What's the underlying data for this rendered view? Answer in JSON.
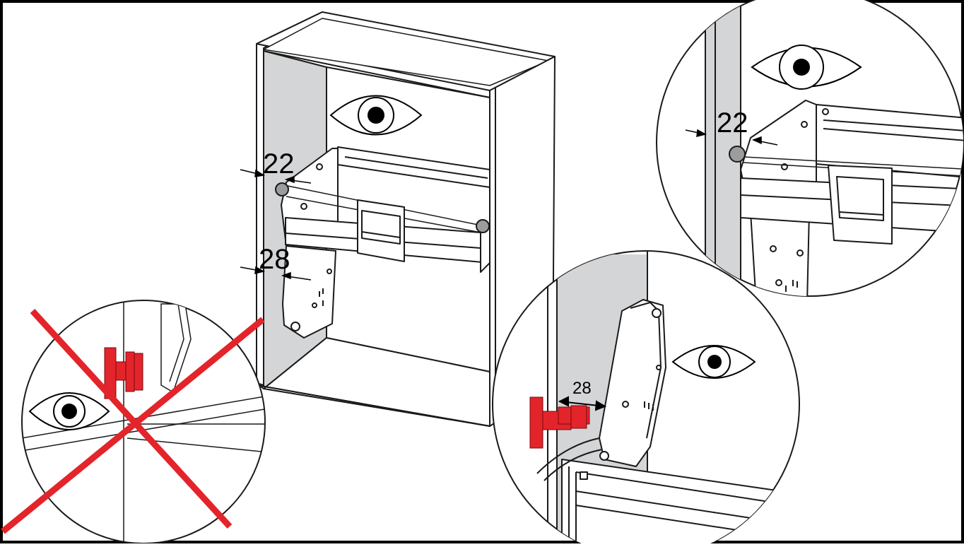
{
  "dimensions": {
    "main_top": "22",
    "main_side": "28",
    "detail_top": "22",
    "detail_side": "28"
  },
  "colors": {
    "panel_grey": "#d4d5d7",
    "hinge_red": "#e3242b",
    "cross_red": "#e3242b",
    "line": "#1a1a1a"
  },
  "icons": [
    "eye-icon",
    "hinge-icon",
    "cross-mark-icon",
    "dimension-arrow-icon"
  ]
}
